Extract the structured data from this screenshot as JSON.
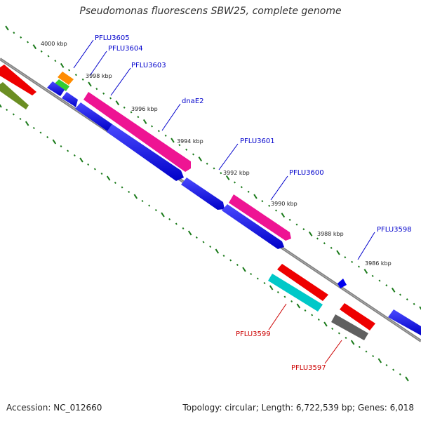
{
  "title": "Pseudomonas fluorescens SBW25, complete genome",
  "footer": {
    "accession": "Accession: NC_012660",
    "summary": "Topology: circular; Length: 6,722,539 bp; Genes: 6,018"
  },
  "ruler_labels": [
    "4000 kbp",
    "3998 kbp",
    "3996 kbp",
    "3994 kbp",
    "3992 kbp",
    "3990 kbp",
    "3988 kbp",
    "3986 kbp"
  ],
  "gene_labels_forward": [
    "PFLU3605",
    "PFLU3604",
    "PFLU3603",
    "dnaE2",
    "PFLU3601",
    "PFLU3600",
    "PFLU3598"
  ],
  "gene_labels_reverse": [
    "PFLU3599",
    "PFLU3597"
  ],
  "colors": {
    "label_forward": "#0000cc",
    "label_reverse": "#cc0000",
    "backbone": "#808080",
    "tick": "#1a7a1a",
    "blue_feature": "#0000ee",
    "pink_feature": "#ee1493",
    "red_feature": "#ee0000",
    "cyan_feature": "#00c8c8",
    "gray_feature": "#606060",
    "olive_feature": "#6b8e23",
    "orange_feature": "#ff8c00",
    "green_feature": "#32cd32"
  }
}
